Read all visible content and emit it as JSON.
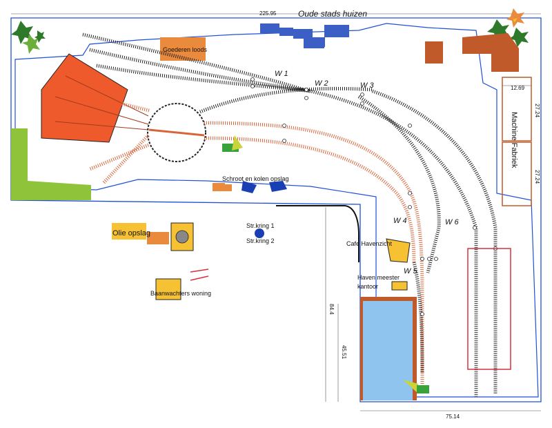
{
  "title": "Oude stads huizen",
  "labels": {
    "goederen_loods": "Goederen loods",
    "schroot": "Schroot en kolen opslag",
    "olie": "Olie opslag",
    "str_kring_1": "Str.kring 1",
    "str_kring_2": "Str.kring 2",
    "cafe": "Cafe Havenzicht",
    "havenmeester_1": "Haven meester",
    "havenmeester_2": "kantoor",
    "baanwachters": "Baanwachters woning",
    "machine_fabriek": "Machine Fabriek"
  },
  "switches": [
    "W 1",
    "W 2",
    "W 3",
    "W 4",
    "W 5",
    "W 6"
  ],
  "dimensions": {
    "top_width": "225.95",
    "bottom_width": "75.14",
    "left_height": "84.4",
    "basin_height": "45.51",
    "factory_width": "12.69",
    "factory_height_1": "27.24",
    "factory_height_2": "27.24"
  },
  "colors": {
    "outline": "#1e4fd8",
    "track": "#222222",
    "track_orange": "#d9643a",
    "roundhouse": "#ef5a2c",
    "water": "#8ec4ee",
    "building_blue": "#3b5fc4",
    "building_orange": "#e98a3c",
    "building_yellow": "#f6c233",
    "building_brown": "#c05a2a",
    "grass": "#8fc43a",
    "red_frame": "#d6303a"
  }
}
